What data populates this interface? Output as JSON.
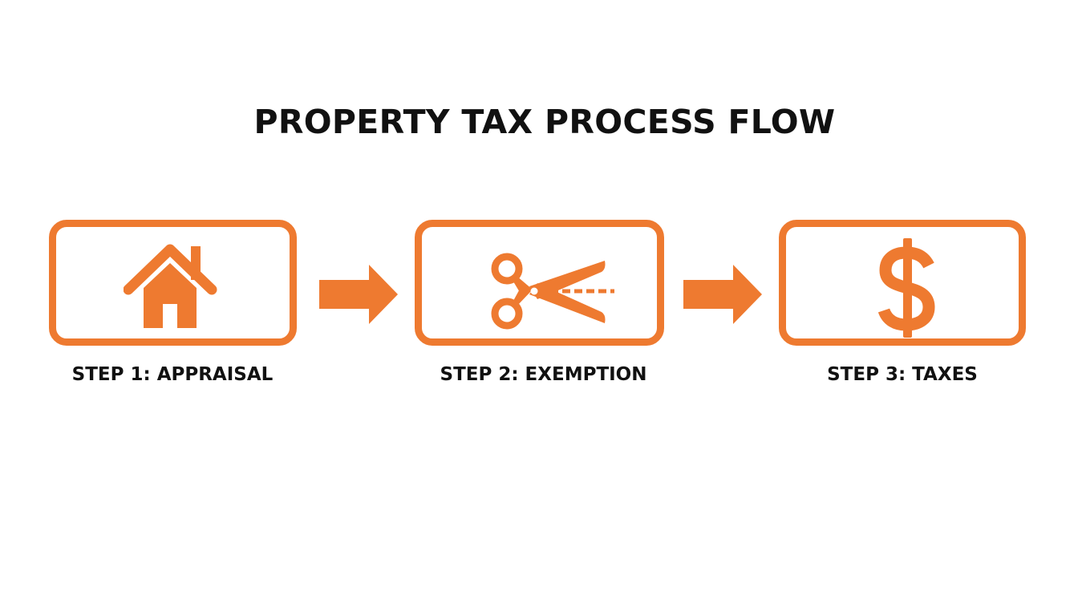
{
  "diagram": {
    "title": "PROPERTY TAX PROCESS FLOW",
    "accent_color": "#EE7A30",
    "text_color": "#111111",
    "steps": [
      {
        "label": "STEP 1: APPRAISAL",
        "icon": "house-icon"
      },
      {
        "label": "STEP 2: EXEMPTION",
        "icon": "scissors-icon"
      },
      {
        "label": "STEP 3: TAXES",
        "icon": "dollar-icon"
      }
    ],
    "connectors": [
      "arrow-right-icon",
      "arrow-right-icon"
    ]
  }
}
